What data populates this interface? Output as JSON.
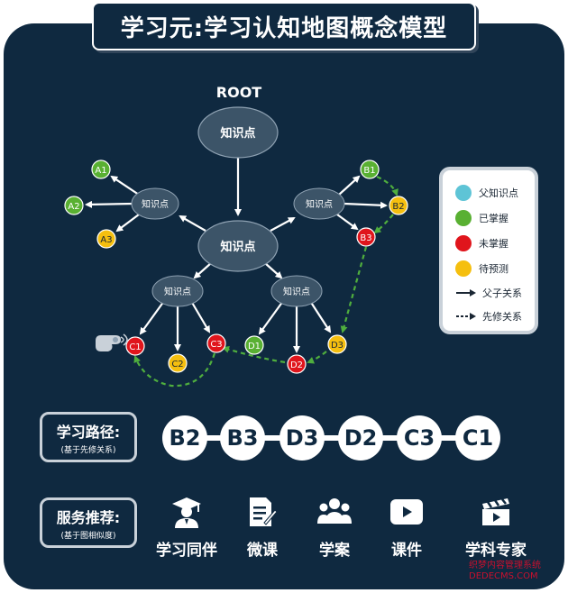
{
  "title": "学习元:学习认知地图概念模型",
  "root_label": "ROOT",
  "nodes": {
    "center_top": "知识点",
    "center": "知识点",
    "left": "知识点",
    "right": "知识点",
    "bottom_left": "知识点",
    "bottom_right": "知识点",
    "a1": "A1",
    "a2": "A2",
    "a3": "A3",
    "b1": "B1",
    "b2": "B2",
    "b3": "B3",
    "c1": "C1",
    "c2": "C2",
    "c3": "C3",
    "d1": "D1",
    "d2": "D2",
    "d3": "D3"
  },
  "legend": {
    "parent": "父知识点",
    "mastered": "已掌握",
    "unmastered": "未掌握",
    "to_predict": "待预测",
    "parent_child": "父子关系",
    "prerequisite": "先修关系"
  },
  "colors": {
    "panel": "#0f2940",
    "concept": "#3c5468",
    "parent": "#5ec4d6",
    "mastered": "#59b032",
    "unmastered": "#e0151c",
    "to_predict": "#f5bf0f",
    "dashed_edge": "#4fae3e"
  },
  "learning_path": {
    "label": "学习路径:",
    "sublabel": "(基于先修关系)",
    "steps": [
      "B2",
      "B3",
      "D3",
      "D2",
      "C3",
      "C1"
    ]
  },
  "services": {
    "label": "服务推荐:",
    "sublabel": "(基于图相似度)",
    "items": [
      {
        "label": "学习同伴",
        "icon": "graduate-icon"
      },
      {
        "label": "微课",
        "icon": "document-edit-icon"
      },
      {
        "label": "学案",
        "icon": "people-group-icon"
      },
      {
        "label": "课件",
        "icon": "video-play-icon"
      },
      {
        "label": "学科专家",
        "icon": "clapperboard-icon"
      }
    ]
  },
  "watermark": {
    "line1": "织梦内容管理系统",
    "line2": "DEDECMS.COM"
  }
}
